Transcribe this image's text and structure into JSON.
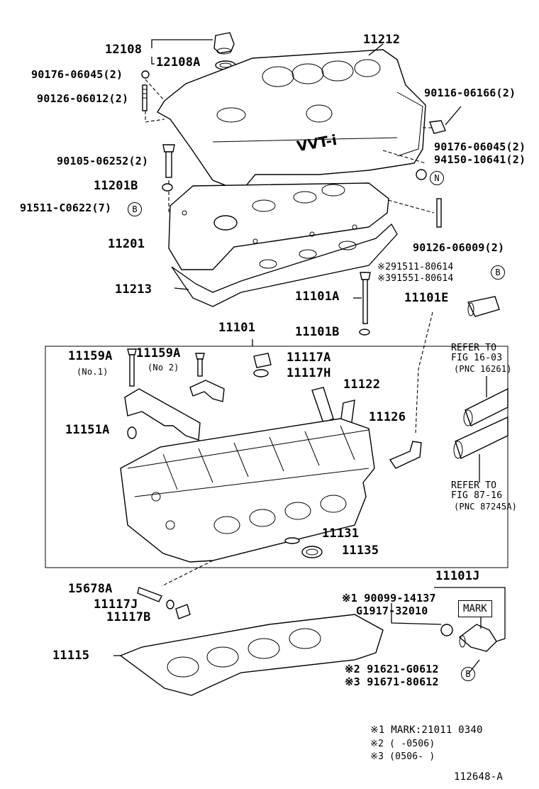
{
  "labels": {
    "p12108": "12108",
    "p12108A": "12108A",
    "p11212": "11212",
    "p90176a": "90176-06045(2)",
    "p90126a": "90126-06012(2)",
    "p90116": "90116-06166(2)",
    "p90176b": "90176-06045(2)",
    "p94150": "94150-10641(2)",
    "p90105": "90105-06252(2)",
    "p11201B": "11201B",
    "p91511": "91511-C0622(7)",
    "p11201": "11201",
    "p90126b": "90126-06009(2)",
    "p91511_80614": "※291511-80614",
    "p91551_80614": "※391551-80614",
    "p11213": "11213",
    "p11101A": "11101A",
    "p11101E": "11101E",
    "p11101B": "11101B",
    "p11101": "11101",
    "p11159A_1": "11159A",
    "p11159A_2": "11159A",
    "no1": "(No.1)",
    "no2": "(No 2)",
    "p11117A": "11117A",
    "p11117H": "11117H",
    "p11122": "11122",
    "p11126": "11126",
    "p11151A": "11151A",
    "p11131": "11131",
    "p11135": "11135",
    "refer1_a": "REFER TO",
    "refer1_b": "FIG 16-03",
    "refer1_c": "(PNC 16261)",
    "refer2_a": "REFER TO",
    "refer2_b": "FIG 87-16",
    "refer2_c": "(PNC 87245A)",
    "p11101J": "11101J",
    "p15678A": "15678A",
    "p11117J": "11117J",
    "p11117B": "11117B",
    "p90099": "※1 90099-14137",
    "pG1917": "G1917-32010",
    "mark": "MARK",
    "p11115": "11115",
    "p91621": "※2 91621-G0612",
    "p91671": "※3 91671-80612",
    "note1": "※1  MARK:21011  0340",
    "note2": "※2  (        -0506)",
    "note3": "※3  (0506-         )",
    "figno": "112648-A",
    "engine_logo": "VVT-i",
    "circ_b1": "B",
    "circ_n": "N",
    "circ_b2": "B",
    "circ_b3": "B"
  }
}
